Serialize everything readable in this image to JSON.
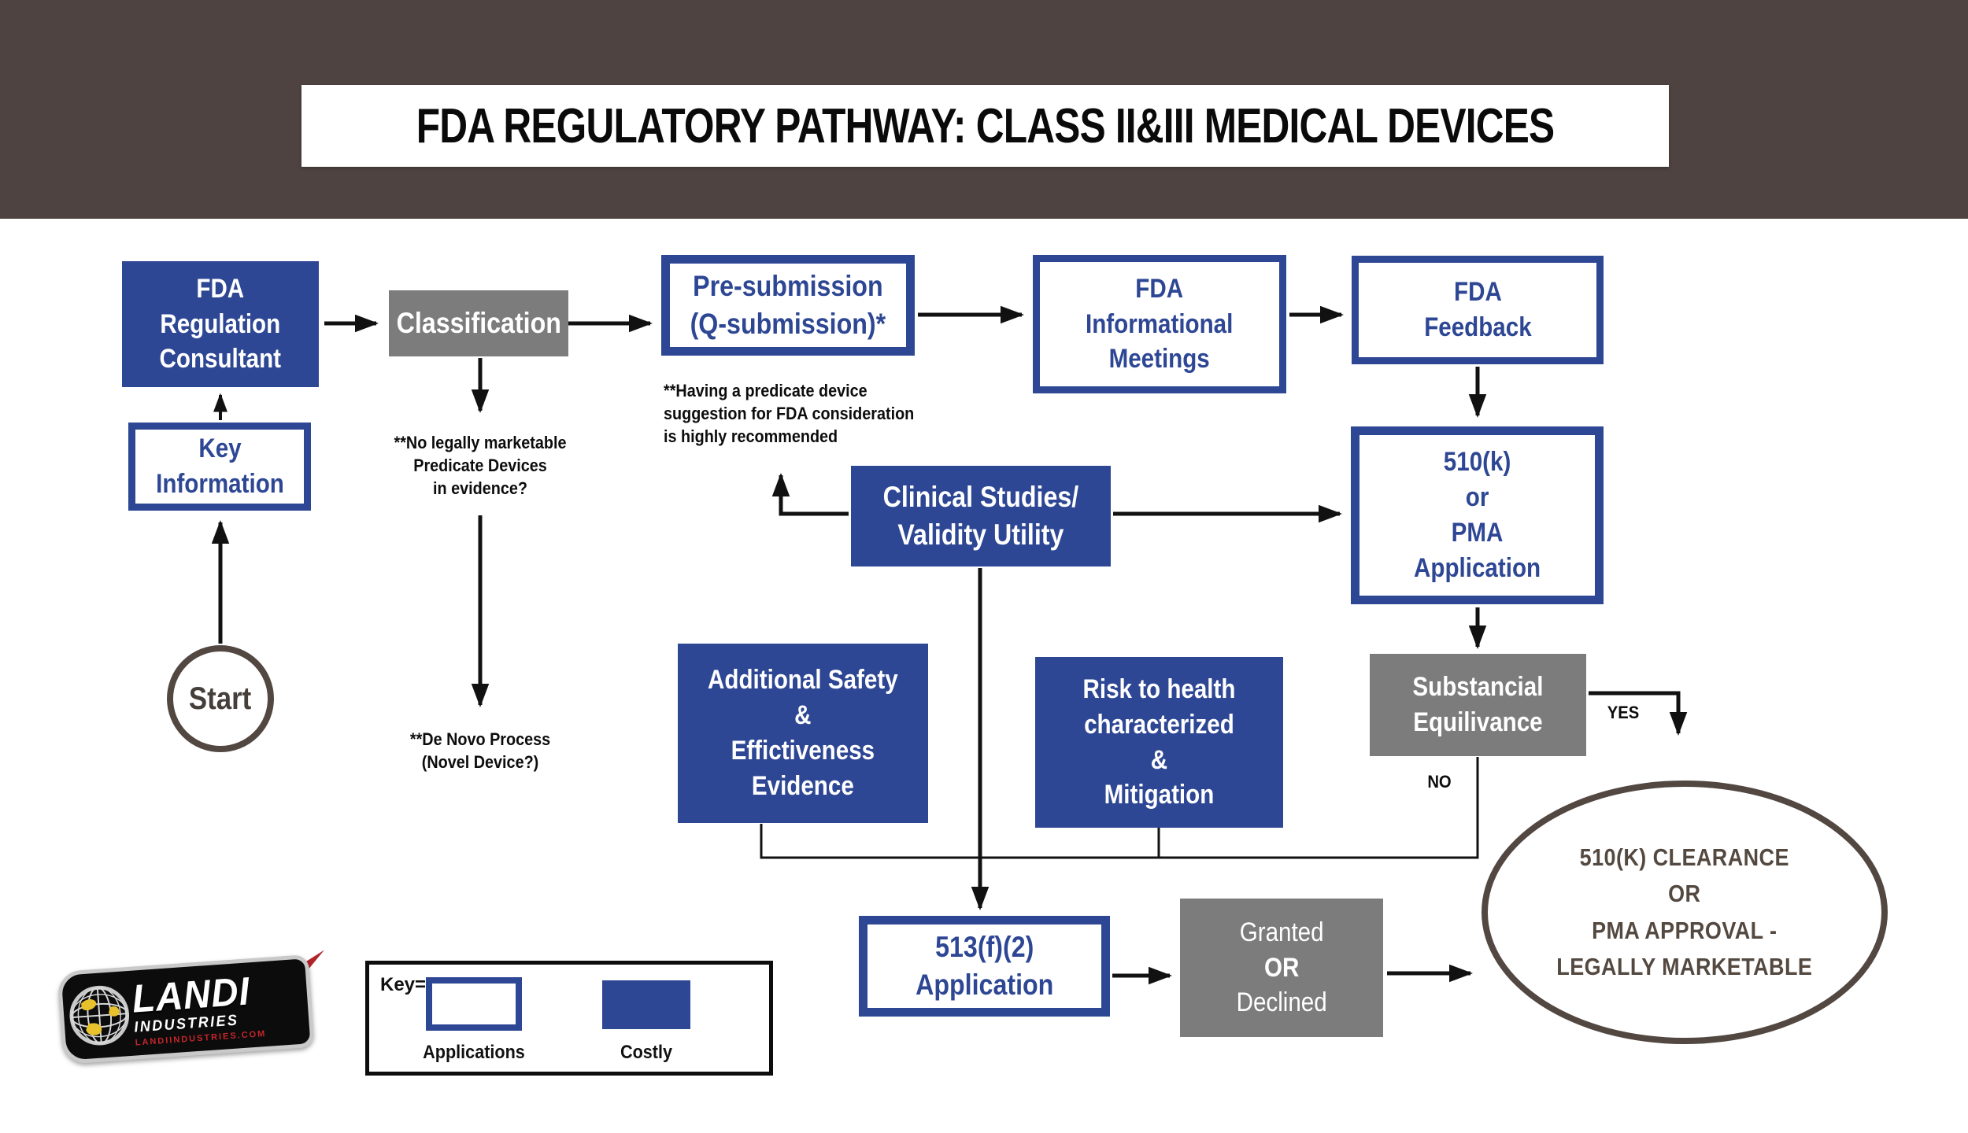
{
  "title": "FDA REGULATORY PATHWAY: CLASS II&III MEDICAL DEVICES",
  "nodes": {
    "fda_regulation_consultant": {
      "lines": [
        "FDA",
        "Regulation",
        "Consultant"
      ]
    },
    "classification": {
      "label": "Classification"
    },
    "key_information": {
      "lines": [
        "Key",
        "Information"
      ]
    },
    "start": {
      "label": "Start"
    },
    "pre_submission": {
      "lines": [
        "Pre-submission",
        "(Q-submission)*"
      ]
    },
    "fda_informational_meetings": {
      "lines": [
        "FDA",
        "Informational",
        "Meetings"
      ]
    },
    "fda_feedback": {
      "lines": [
        "FDA",
        "Feedback"
      ]
    },
    "clinical_studies": {
      "lines": [
        "Clinical Studies/",
        "Validity Utility"
      ]
    },
    "application_510k_pma": {
      "lines": [
        "510(k)",
        "or",
        "PMA",
        "Application"
      ]
    },
    "substancial_equilivance": {
      "lines": [
        "Substancial",
        "Equilivance"
      ]
    },
    "additional_safety": {
      "lines": [
        "Additional Safety",
        "&",
        "Effictiveness",
        "Evidence"
      ]
    },
    "risk_to_health": {
      "lines": [
        "Risk to health",
        "characterized",
        "&",
        "Mitigation"
      ]
    },
    "application_513f2": {
      "lines": [
        "513(f)(2)",
        "Application"
      ]
    },
    "granted_or_declined": {
      "lines": [
        "Granted",
        "OR",
        "Declined"
      ]
    },
    "clearance_ellipse": {
      "lines": [
        "510(K) CLEARANCE",
        "OR",
        "PMA APPROVAL -",
        "LEGALLY MARKETABLE"
      ]
    }
  },
  "annotations": {
    "no_predicate": {
      "lines": [
        "**No legally marketable",
        "Predicate Devices",
        "in evidence?"
      ]
    },
    "de_novo": {
      "lines": [
        "**De Novo Process",
        "(Novel Device?)"
      ]
    },
    "having_predicate": {
      "lines": [
        "**Having a predicate device",
        "suggestion for FDA consideration",
        "is highly recommended"
      ]
    }
  },
  "labels": {
    "yes": "YES",
    "no": "NO"
  },
  "legend": {
    "title": "Key=",
    "applications": "Applications",
    "costly": "Costly"
  },
  "logo": {
    "name": "LANDI",
    "sub": "INDUSTRIES",
    "url": "LANDIINDUSTRIES.COM"
  },
  "colors": {
    "accent_blue": "#2e4794",
    "box_gray": "#7c7c7c",
    "header_brown": "#4e4340",
    "outline_taupe": "#524741",
    "arrow_black": "#111111",
    "logo_red": "#c6262a"
  }
}
